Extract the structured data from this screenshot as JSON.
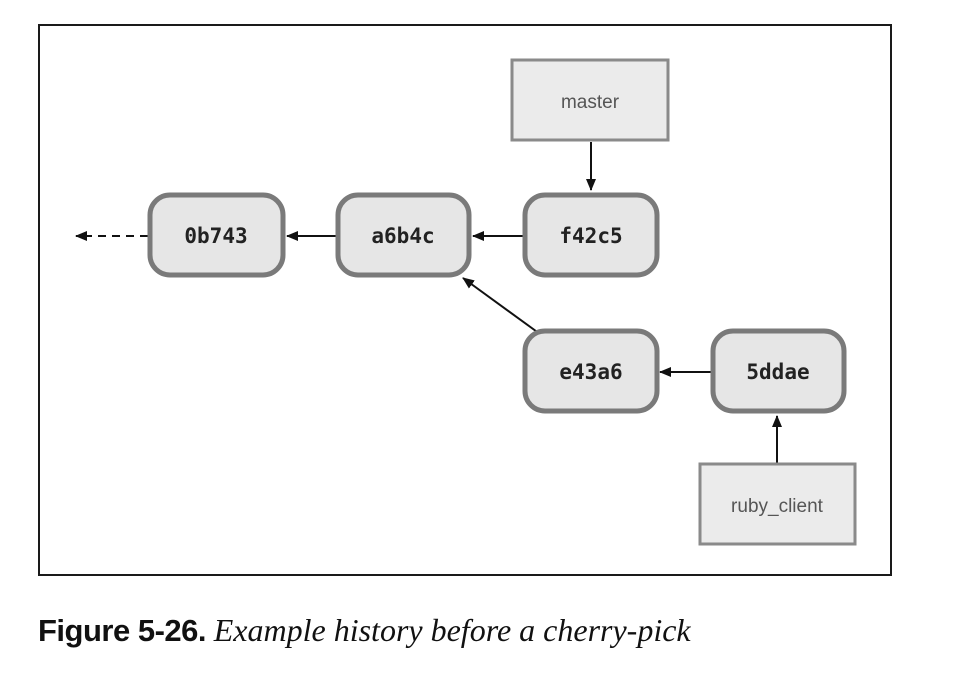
{
  "diagram": {
    "commits": [
      {
        "id": "0b743"
      },
      {
        "id": "a6b4c"
      },
      {
        "id": "f42c5"
      },
      {
        "id": "e43a6"
      },
      {
        "id": "5ddae"
      }
    ],
    "branches": [
      {
        "name": "master",
        "points_to": "f42c5"
      },
      {
        "name": "ruby_client",
        "points_to": "5ddae"
      }
    ],
    "edges": [
      {
        "from": "a6b4c",
        "to": "0b743",
        "style": "solid"
      },
      {
        "from": "f42c5",
        "to": "a6b4c",
        "style": "solid"
      },
      {
        "from": "e43a6",
        "to": "a6b4c",
        "style": "solid"
      },
      {
        "from": "5ddae",
        "to": "e43a6",
        "style": "solid"
      },
      {
        "from": "0b743",
        "to": "earlier",
        "style": "dashed"
      }
    ],
    "colors": {
      "node_fill": "#e6e6e6",
      "node_stroke": "#7a7a7a",
      "branch_fill": "#ebebeb",
      "branch_stroke": "#8a8a8a",
      "arrow": "#111111"
    }
  },
  "caption": {
    "number": "Figure 5-26.",
    "text": "Example history before a cherry-pick"
  }
}
